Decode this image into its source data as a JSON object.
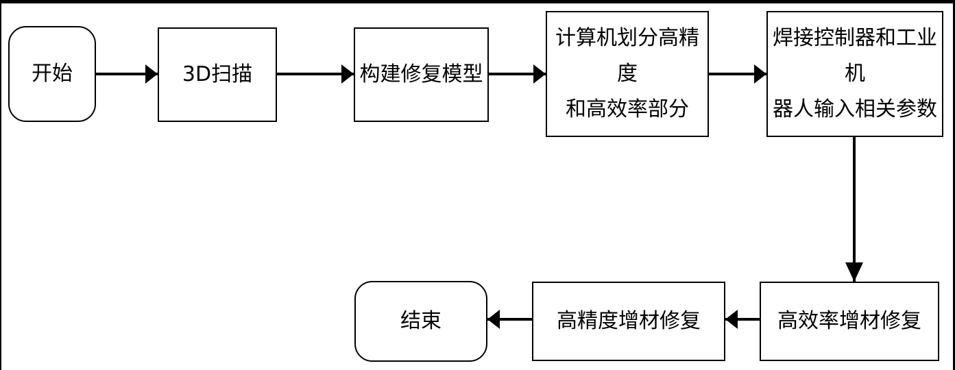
{
  "diagram": {
    "nodes": [
      {
        "id": "start",
        "label": "开始",
        "shape": "terminal"
      },
      {
        "id": "scan",
        "label": "3D扫描",
        "shape": "process"
      },
      {
        "id": "model",
        "label": "构建修复模型",
        "shape": "process"
      },
      {
        "id": "divide",
        "label": "计算机划分高精度和高效率部分",
        "lines": [
          "计算机划分高精度",
          "和高效率部分"
        ],
        "shape": "process"
      },
      {
        "id": "params",
        "label": "焊接控制器和工业机器人输入相关参数",
        "lines": [
          "焊接控制器和工业机",
          "器人输入相关参数"
        ],
        "shape": "process"
      },
      {
        "id": "eff",
        "label": "高效率增材修复",
        "shape": "process"
      },
      {
        "id": "prec",
        "label": "高精度增材修复",
        "shape": "process"
      },
      {
        "id": "end",
        "label": "结束",
        "shape": "terminal"
      }
    ],
    "edges": [
      {
        "from": "start",
        "to": "scan"
      },
      {
        "from": "scan",
        "to": "model"
      },
      {
        "from": "model",
        "to": "divide"
      },
      {
        "from": "divide",
        "to": "params"
      },
      {
        "from": "params",
        "to": "eff"
      },
      {
        "from": "eff",
        "to": "prec"
      },
      {
        "from": "prec",
        "to": "end"
      }
    ],
    "colors": {
      "stroke": "#000000",
      "fill": "#ffffff",
      "text": "#000000"
    }
  }
}
